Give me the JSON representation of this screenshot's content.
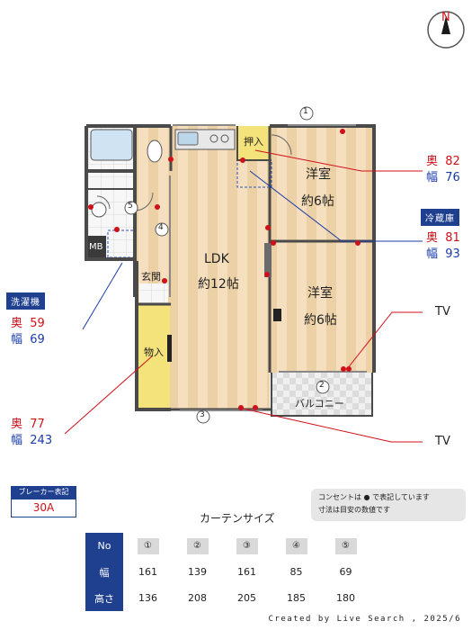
{
  "compass": {
    "label": "N"
  },
  "rooms": {
    "ldk": {
      "name": "LDK",
      "size": "約12帖"
    },
    "western1": {
      "name": "洋室",
      "size": "約6帖"
    },
    "western2": {
      "name": "洋室",
      "size": "約6帖"
    },
    "closet": "押入",
    "entrance": "玄関",
    "storage": "物入",
    "balcony": "バルコニー",
    "mb": "MB"
  },
  "window_markers": [
    "1",
    "2",
    "3",
    "4",
    "5"
  ],
  "annotations": {
    "closet_depth": {
      "label": "奥",
      "value": "82"
    },
    "closet_width": {
      "label": "幅",
      "value": "76"
    },
    "fridge_tag": "冷蔵庫",
    "fridge_depth": {
      "label": "奥",
      "value": "81"
    },
    "fridge_width": {
      "label": "幅",
      "value": "93"
    },
    "washer_tag": "洗濯機",
    "washer_depth": {
      "label": "奥",
      "value": "59"
    },
    "washer_width": {
      "label": "幅",
      "value": "69"
    },
    "storage_depth": {
      "label": "奥",
      "value": "77"
    },
    "storage_width": {
      "label": "幅",
      "value": "243"
    },
    "tv1": "TV",
    "tv2": "TV"
  },
  "breaker": {
    "title": "ブレーカー表記",
    "value": "30A"
  },
  "notes": [
    "コンセントは ● で表記しています",
    "寸法は目安の数値です"
  ],
  "curtain": {
    "title": "カーテンサイズ",
    "headers": {
      "no": "No",
      "width": "幅",
      "height": "高さ"
    },
    "columns": [
      {
        "no": "①",
        "width": "161",
        "height": "136"
      },
      {
        "no": "②",
        "width": "139",
        "height": "208"
      },
      {
        "no": "③",
        "width": "161",
        "height": "205"
      },
      {
        "no": "④",
        "width": "85",
        "height": "185"
      },
      {
        "no": "⑤",
        "width": "69",
        "height": "180"
      }
    ]
  },
  "credit": "Created by Live Search , 2025/6",
  "colors": {
    "accent_blue": "#1f3f8f",
    "red": "#d0101a",
    "floor": "#f2d9b3",
    "wall": "#4a4a4a"
  }
}
